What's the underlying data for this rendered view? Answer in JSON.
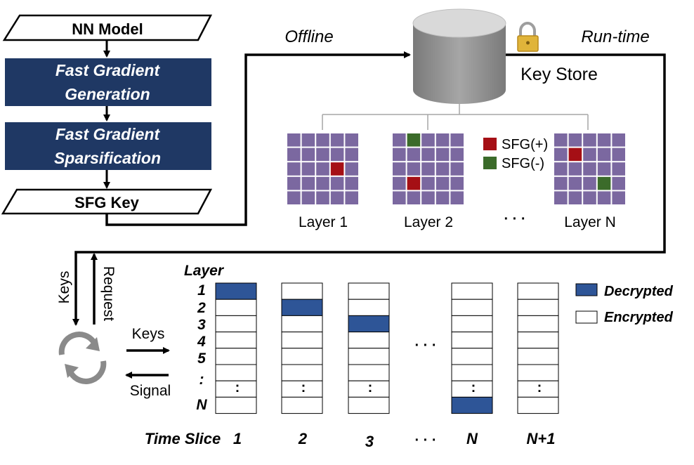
{
  "colors": {
    "navy": "#1f3864",
    "grid_purple": "#7b68a0",
    "sfg_plus": "#a50f15",
    "sfg_minus": "#3b6b2a",
    "decrypted_blue": "#2e5597",
    "cylinder_gray": "#8c8c8c",
    "recycle_gray": "#8a8a8a"
  },
  "flowchart": {
    "nn_model": "NN Model",
    "fast_gen_line1": "Fast Gradient",
    "fast_gen_line2": "Generation",
    "fast_sparse_line1": "Fast Gradient",
    "fast_sparse_line2": "Sparsification",
    "sfg_key": "SFG Key"
  },
  "labels": {
    "offline": "Offline",
    "runtime": "Run-time",
    "key_store": "Key Store",
    "lock_icon": "lock-icon",
    "keys_vertical": "Keys",
    "request_vertical": "Request",
    "keys_horizontal": "Keys",
    "signal": "Signal",
    "recycle_icon": "refresh-icon"
  },
  "key_grids": {
    "legend_plus": "SFG(+)",
    "legend_minus": "SFG(-)",
    "dots": "· · ·",
    "layers": [
      {
        "label": "Layer 1",
        "cells": [
          {
            "r": 2,
            "c": 3,
            "kind": "plus"
          }
        ]
      },
      {
        "label": "Layer 2",
        "cells": [
          {
            "r": 0,
            "c": 1,
            "kind": "minus"
          },
          {
            "r": 3,
            "c": 1,
            "kind": "plus"
          }
        ]
      },
      {
        "label": "Layer N",
        "cells": [
          {
            "r": 1,
            "c": 1,
            "kind": "plus"
          },
          {
            "r": 3,
            "c": 3,
            "kind": "minus"
          }
        ]
      }
    ]
  },
  "timeline": {
    "layer_header": "Layer",
    "row_labels": [
      "1",
      "2",
      "3",
      "4",
      "5",
      ":",
      "N"
    ],
    "columns": [
      {
        "label": "1",
        "decrypted_row": 0
      },
      {
        "label": "2",
        "decrypted_row": 1
      },
      {
        "label": "3",
        "decrypted_row": 2
      },
      {
        "label": "N",
        "decrypted_row": 6
      },
      {
        "label": "N+1",
        "decrypted_row": -1
      }
    ],
    "time_slice_prefix": "Time Slice",
    "dots": "· · ·",
    "legend_decrypted": "Decrypted",
    "legend_encrypted": "Encrypted"
  }
}
